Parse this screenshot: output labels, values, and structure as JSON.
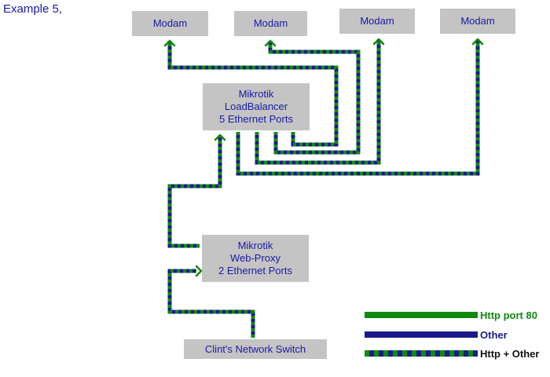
{
  "title": "Example 5,",
  "modems": [
    "Modam",
    "Modam",
    "Modam",
    "Modam"
  ],
  "loadbalancer": [
    "Mikrotik",
    "LoadBalancer",
    "5 Ethernet Ports"
  ],
  "webproxy": [
    "Mikrotik",
    "Web-Proxy",
    "2 Ethernet Ports"
  ],
  "switch": "Clint's Network Switch",
  "legend": {
    "http": "Http port 80",
    "other": "Other",
    "both": "Http + Other"
  },
  "colors": {
    "box": "#c4c4c4",
    "text": "#1a1aa6",
    "http": "#0f8a0f",
    "other": "#1a1a8c"
  }
}
